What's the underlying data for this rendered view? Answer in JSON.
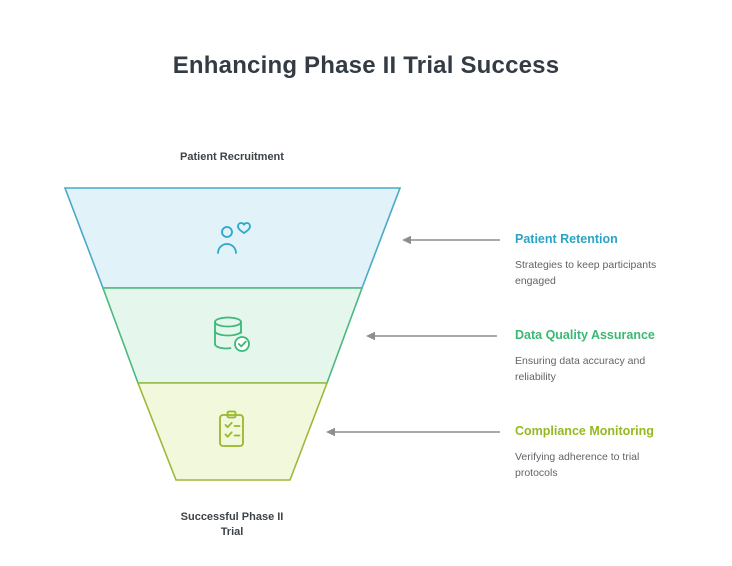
{
  "title": "Enhancing Phase II Trial Success",
  "funnel": {
    "top_label": "Patient Recruitment",
    "bottom_label": "Successful Phase II Trial",
    "tiers": [
      {
        "label": "Patient Retention",
        "fill": "#e1f2f9",
        "stroke": "#49aac6",
        "icon": "person-heart-icon",
        "icon_color": "#2ba9c9"
      },
      {
        "label": "Data Quality Assurance",
        "fill": "#e5f6ec",
        "stroke": "#4cb97e",
        "icon": "database-check-icon",
        "icon_color": "#3cb878"
      },
      {
        "label": "Compliance Monitoring",
        "fill": "#f2f8db",
        "stroke": "#9db93a",
        "icon": "clipboard-check-icon",
        "icon_color": "#97b829"
      }
    ]
  },
  "annotations": [
    {
      "heading": "Patient Retention",
      "color": "#29a5c4",
      "description": "Strategies to keep participants engaged"
    },
    {
      "heading": "Data Quality Assurance",
      "color": "#3bb873",
      "description": "Ensuring data accuracy and reliability"
    },
    {
      "heading": "Compliance Monitoring",
      "color": "#95b922",
      "description": "Verifying adherence to trial protocols"
    }
  ],
  "arrow_color": "#8e8e8e"
}
